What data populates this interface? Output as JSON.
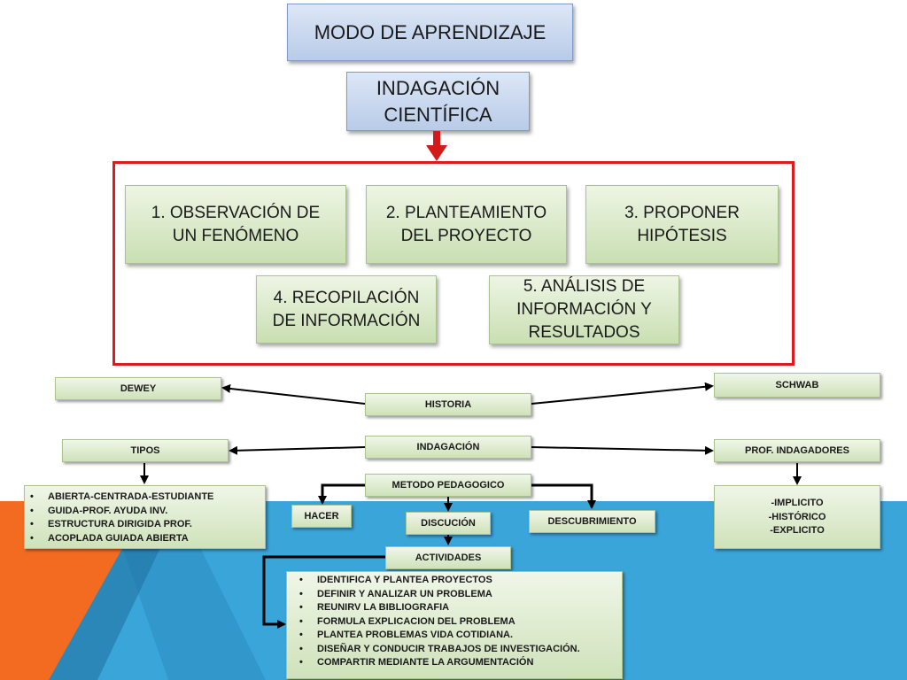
{
  "title": "MODO DE APRENDIZAJE",
  "subtitle_line1": "INDAGACIÓN",
  "subtitle_line2": "CIENTÍFICA",
  "steps": [
    {
      "line1": "1. OBSERVACIÓN DE",
      "line2": "UN FENÓMENO",
      "line3": ""
    },
    {
      "line1": "2. PLANTEAMIENTO",
      "line2": "DEL PROYECTO",
      "line3": ""
    },
    {
      "line1": "3. PROPONER",
      "line2": "HIPÓTESIS",
      "line3": ""
    },
    {
      "line1": "4. RECOPILACIÓN",
      "line2": "DE INFORMACIÓN",
      "line3": ""
    },
    {
      "line1": "5. ANÁLISIS DE",
      "line2": "INFORMACIÓN Y",
      "line3": "RESULTADOS"
    }
  ],
  "nodes": {
    "dewey": "DEWEY",
    "historia": "HISTORIA",
    "schwab": "SCHWAB",
    "tipos": "TIPOS",
    "indagacion": "INDAGACIÓN",
    "prof_indagadores": "PROF. INDAGADORES",
    "metodo": "METODO PEDAGOGICO",
    "hacer": "HACER",
    "discucion": "DISCUCIÓN",
    "descubrimiento": "DESCUBRIMIENTO",
    "actividades": "ACTIVIDADES"
  },
  "tipos_list": [
    "ABIERTA-CENTRADA-ESTUDIANTE",
    "GUIDA-PROF. AYUDA INV.",
    "ESTRUCTURA DIRIGIDA PROF.",
    "ACOPLADA GUIADA ABIERTA"
  ],
  "prof_list": [
    "-IMPLICITO",
    "-HISTÓRICO",
    "-EXPLICITO"
  ],
  "actividades_list": [
    "IDENTIFICA Y PLANTEA PROYECTOS",
    "DEFINIR Y ANALIZAR UN PROBLEMA",
    "REUNIRV LA BIBLIOGRAFIA",
    "FORMULA EXPLICACION DEL PROBLEMA",
    "PLANTEA PROBLEMAS VIDA COTIDIANA.",
    "DISEÑAR Y CONDUCIR TRABAJOS DE INVESTIGACIÓN.",
    "COMPARTIR MEDIANTE LA ARGUMENTACIÓN"
  ],
  "colors": {
    "frame": "#e0191c",
    "arrow_red": "#d21a1a",
    "bg_blue": "#3aa5d8",
    "bg_orange": "#f26b21",
    "bg_dark": "#1f6f9e"
  }
}
